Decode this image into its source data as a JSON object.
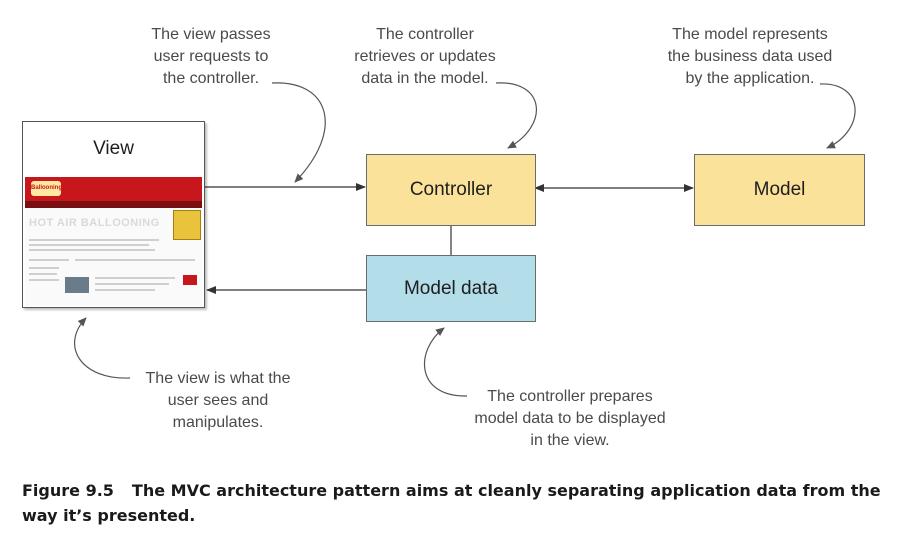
{
  "notes": {
    "view_to_controller": "The view passes\nuser requests to\nthe controller.",
    "controller_updates": "The controller\nretrieves or updates\ndata in the model.",
    "model_represents": "The model represents\nthe business data used\nby the application.",
    "view_is": "The view is what the\nuser sees and\nmanipulates.",
    "controller_prepares": "The controller prepares\nmodel data to be displayed\nin the view."
  },
  "boxes": {
    "view": "View",
    "controller": "Controller",
    "model": "Model",
    "model_data": "Model data"
  },
  "thumbnail": {
    "logo": "Ballooning",
    "heading": "HOT AIR BALLOONING"
  },
  "caption": {
    "figure": "Figure 9.5",
    "text": "The MVC architecture pattern aims at cleanly separating application data from the way it’s presented."
  },
  "colors": {
    "controller_fill": "#fbe29a",
    "model_fill": "#fbe29a",
    "model_data_fill": "#b3dde8",
    "arrow": "#333333",
    "callout_line": "#555555"
  }
}
